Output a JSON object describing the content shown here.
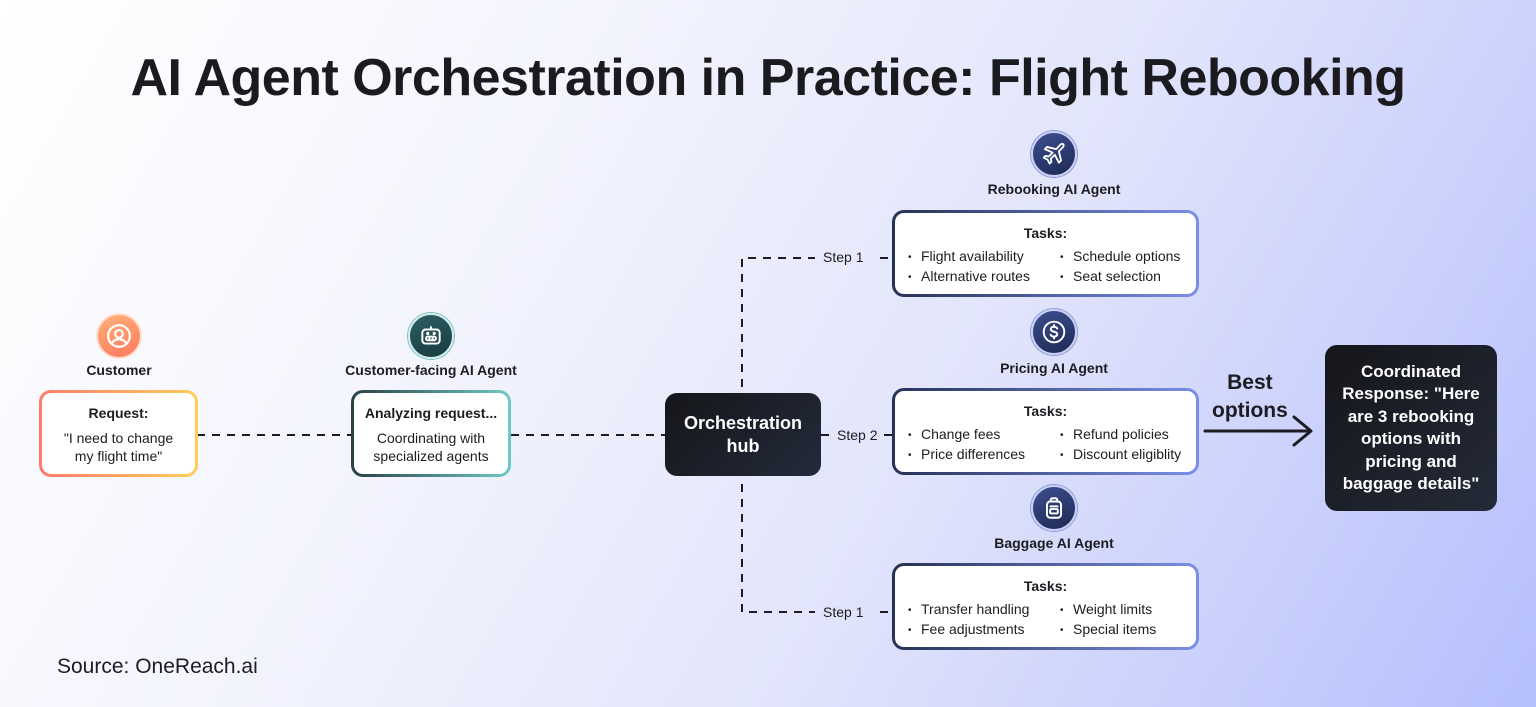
{
  "title": "AI Agent Orchestration in Practice: Flight Rebooking",
  "customer": {
    "label": "Customer",
    "icon": "person-icon",
    "box_title": "Request:",
    "box_line1": "\"I need to change",
    "box_line2": "my flight time\""
  },
  "customer_agent": {
    "label": "Customer-facing AI Agent",
    "icon": "robot-icon",
    "box_title": "Analyzing request...",
    "box_line1": "Coordinating with",
    "box_line2": "specialized agents"
  },
  "hub": {
    "line1": "Orchestration",
    "line2": "hub"
  },
  "steps": {
    "rebooking": "Step 1",
    "pricing": "Step 2",
    "baggage": "Step 1"
  },
  "agents": [
    {
      "label": "Rebooking AI Agent",
      "icon": "airplane-icon",
      "tasks_title": "Tasks:",
      "tasks": [
        "Flight availability",
        "Schedule options",
        "Alternative routes",
        "Seat selection"
      ]
    },
    {
      "label": "Pricing AI Agent",
      "icon": "dollar-icon",
      "tasks_title": "Tasks:",
      "tasks": [
        "Change fees",
        "Refund policies",
        "Price differences",
        "Discount eligiblity"
      ]
    },
    {
      "label": "Baggage AI Agent",
      "icon": "luggage-icon",
      "tasks_title": "Tasks:",
      "tasks": [
        "Transfer handling",
        "Weight limits",
        "Fee adjustments",
        "Special items"
      ]
    }
  ],
  "best_options": {
    "line1": "Best",
    "line2": "options"
  },
  "response": {
    "line1": "Coordinated",
    "line2": "Response: \"Here",
    "line3": "are 3 rebooking",
    "line4": "options with",
    "line5": "pricing and",
    "line6": "baggage details\""
  },
  "source": "Source: OneReach.ai",
  "colors": {
    "dark_box": "#17181c",
    "navy_icon": "#2c3a6e",
    "teal_icon": "#1f4a4e",
    "orange_icon": "#ff8a66",
    "request_border_start": "#ff7a6b",
    "request_border_end": "#ffce5a",
    "task_border_end": "#7b8fe8"
  }
}
